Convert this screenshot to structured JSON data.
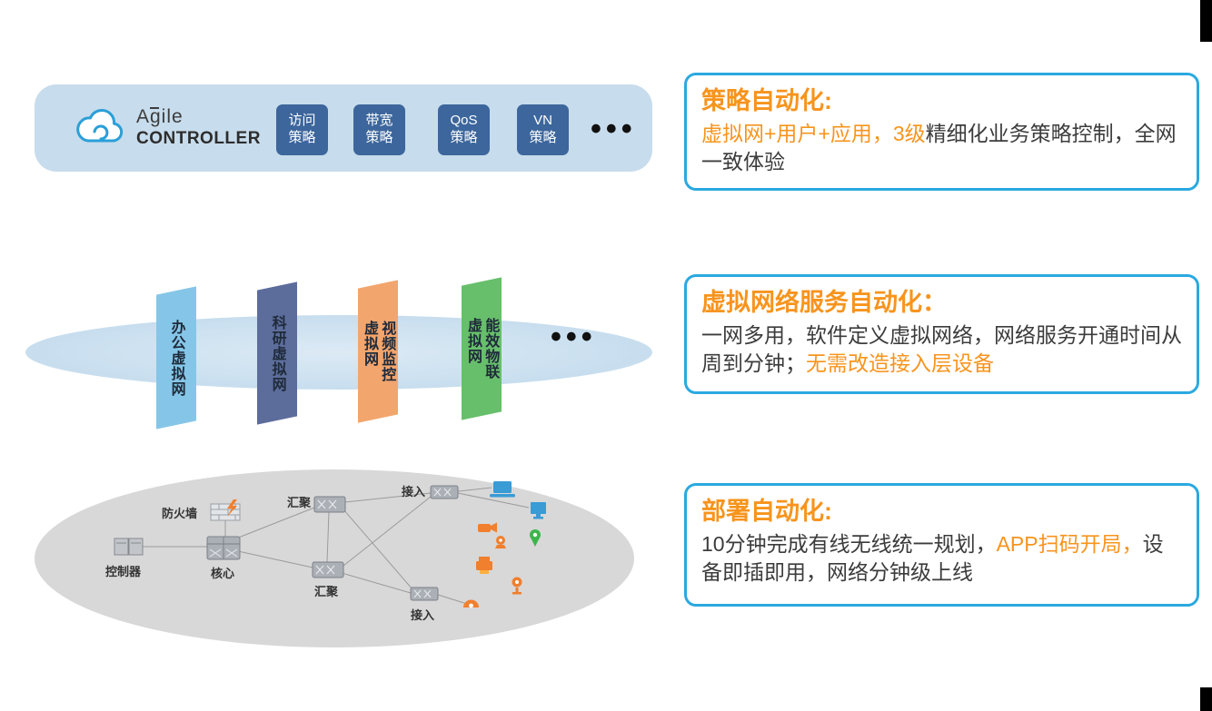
{
  "colors": {
    "accent_orange": "#f7941d",
    "panel_border_blue": "#2aa9e0",
    "banner_background": "#c7dcec",
    "policy_button_blue": "#3c669c",
    "plane_office_blue": "#85c6e8",
    "plane_research_slate": "#5c6d9c",
    "plane_video_orange": "#f2a56d",
    "plane_iot_green": "#67bf6b",
    "topology_ellipse_gray": "#d8d8d8",
    "dark_text": "#3c3c3c"
  },
  "banner": {
    "brand_line1": "Agile",
    "brand_line2": "CONTROLLER",
    "policies": [
      "访问\n策略",
      "带宽\n策略",
      "QoS\n策略",
      "VN\n策略"
    ],
    "ellipsis": "•••"
  },
  "virtual_layer": {
    "planes": [
      {
        "label": "办公虚拟网",
        "color": "#85c6e8"
      },
      {
        "label": "科研虚拟网",
        "color": "#5c6d9c"
      },
      {
        "label": "视频监控\n虚拟网",
        "color": "#f2a56d"
      },
      {
        "label": "能效物联\n虚拟网",
        "color": "#67bf6b"
      }
    ],
    "ellipsis": "•••"
  },
  "topology": {
    "labels": {
      "firewall": "防火墙",
      "controller": "控制器",
      "core": "核心",
      "agg_top": "汇聚",
      "agg_bottom": "汇聚",
      "access_top": "接入",
      "access_bottom": "接入"
    }
  },
  "panels": [
    {
      "title": "策略自动化:",
      "seg1": "虚拟网+用户+应用，3级",
      "seg2": "精细化业务策略控制，全网一致体验"
    },
    {
      "title": "虚拟网络服务自动化：",
      "seg1": "一网多用，软件定义虚拟网络，网络服务开通时间从周到分钟；",
      "seg2": "无需改造接入层设备"
    },
    {
      "title": "部署自动化:",
      "seg1": "10分钟完成有线无线统一规划，",
      "seg2": "APP扫码开局，",
      "seg3": "设备即插即用，网络分钟级上线"
    }
  ]
}
